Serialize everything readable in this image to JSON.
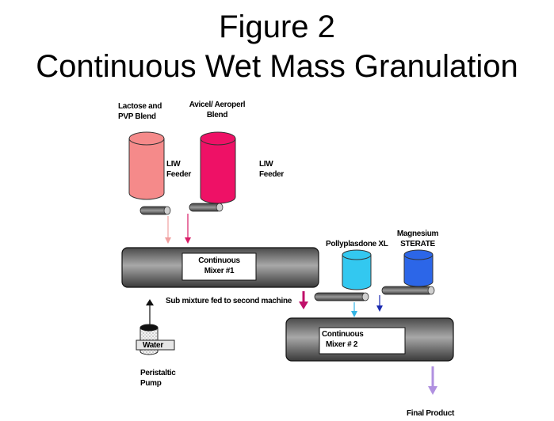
{
  "title": {
    "line1": "Figure 2",
    "line2": "Continuous Wet Mass Granulation"
  },
  "labels": {
    "lactose": [
      "Lactose and",
      "PVP Blend"
    ],
    "avicel": [
      "Avicel/ Aeroperl",
      "Blend"
    ],
    "liw_feeder_1": [
      "LIW",
      "Feeder"
    ],
    "liw_feeder_2": [
      "LIW",
      "Feeder"
    ],
    "mixer1": [
      "Continuous",
      "Mixer #1"
    ],
    "mixer2": [
      "Continuous",
      "Mixer # 2"
    ],
    "polyplasdone": "Pollyplasdone XL",
    "magnesium": [
      "Magnesium",
      "STERATE"
    ],
    "sub_mixture": "Sub mixture fed to second machine",
    "water": "Water",
    "pump": [
      "Peristaltic",
      "Pump"
    ],
    "final_product": "Final Product"
  },
  "colors": {
    "lactose_cylinder": "#f58a8a",
    "avicel_cylinder": "#ee1166",
    "polyplasdone_cylinder": "#33c8f0",
    "magnesium_cylinder": "#2c66e8",
    "mixer_fill": "#7a7a7a",
    "arrow_lactose": "#f0a0a0",
    "arrow_avicel": "#d81b66",
    "arrow_submix": "#c0106a",
    "arrow_poly": "#33b5e5",
    "arrow_mag": "#1a2ab0",
    "arrow_final": "#b090e0"
  }
}
